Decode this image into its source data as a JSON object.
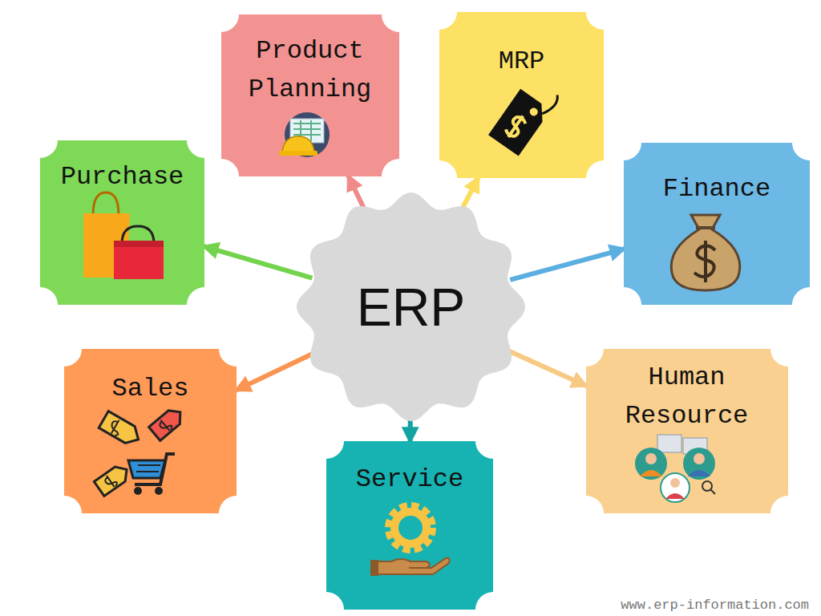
{
  "diagram": {
    "nodes": [
      {
        "text": [
          "Product Planning"
        ]
      },
      {
        "text": [
          "MRP"
        ]
      },
      {
        "text": [
          "Purchase"
        ]
      },
      {
        "text": [
          "Finance"
        ]
      },
      {
        "text": [
          "ERP"
        ]
      },
      {
        "text": [
          "Sales"
        ]
      },
      {
        "text": [
          "Human Resource"
        ]
      },
      {
        "text": [
          "Service"
        ]
      }
    ],
    "edges": [
      {
        "from": 4,
        "to": 0,
        "arrow": "to"
      },
      {
        "from": 4,
        "to": 1,
        "arrow": "to"
      },
      {
        "from": 4,
        "to": 2,
        "arrow": "to"
      },
      {
        "from": 4,
        "to": 3,
        "arrow": "to"
      },
      {
        "from": 4,
        "to": 5,
        "arrow": "to"
      },
      {
        "from": 4,
        "to": 6,
        "arrow": "to"
      },
      {
        "from": 4,
        "to": 7,
        "arrow": "to"
      }
    ],
    "labels": [
      "www.erp-information.com"
    ]
  }
}
